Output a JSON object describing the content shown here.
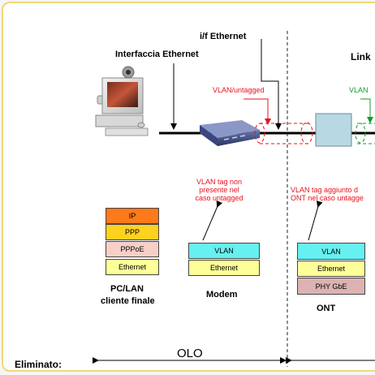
{
  "labels": {
    "if_ethernet": "i/f Ethernet",
    "interfaccia_ethernet": "Interfaccia Ethernet",
    "link": "Link",
    "vlan_untagged": "VLAN/untagged",
    "vlan_green": "VLAN",
    "vlan_tag_non_presente": [
      "VLAN tag non",
      "presente nel",
      "caso untagged"
    ],
    "vlan_tag_aggiunto": [
      "VLAN tag aggiunto d",
      "ONT nel caso untagge"
    ],
    "pc_lan": "PC/LAN",
    "cliente_finale": "cliente finale",
    "modem": "Modem",
    "ont": "ONT",
    "eliminato": "Eliminato:",
    "olo": "OLO"
  },
  "stacks": {
    "pc": [
      "IP",
      "PPP",
      "PPPoE",
      "Ethernet"
    ],
    "modem": [
      "VLAN",
      "Ethernet"
    ],
    "ont": [
      "VLAN",
      "Ethernet",
      "PHY GbE"
    ]
  },
  "colors": {
    "ip": "#ff7a1a",
    "ppp": "#ffd21f",
    "pppoe": "#f7cfc7",
    "ethernet": "#ffff99",
    "vlan": "#66f0f0",
    "phy": "#dcb2b2",
    "accent_red": "#e8101c",
    "accent_green": "#109c2c",
    "border_gold": "#f0d878"
  }
}
